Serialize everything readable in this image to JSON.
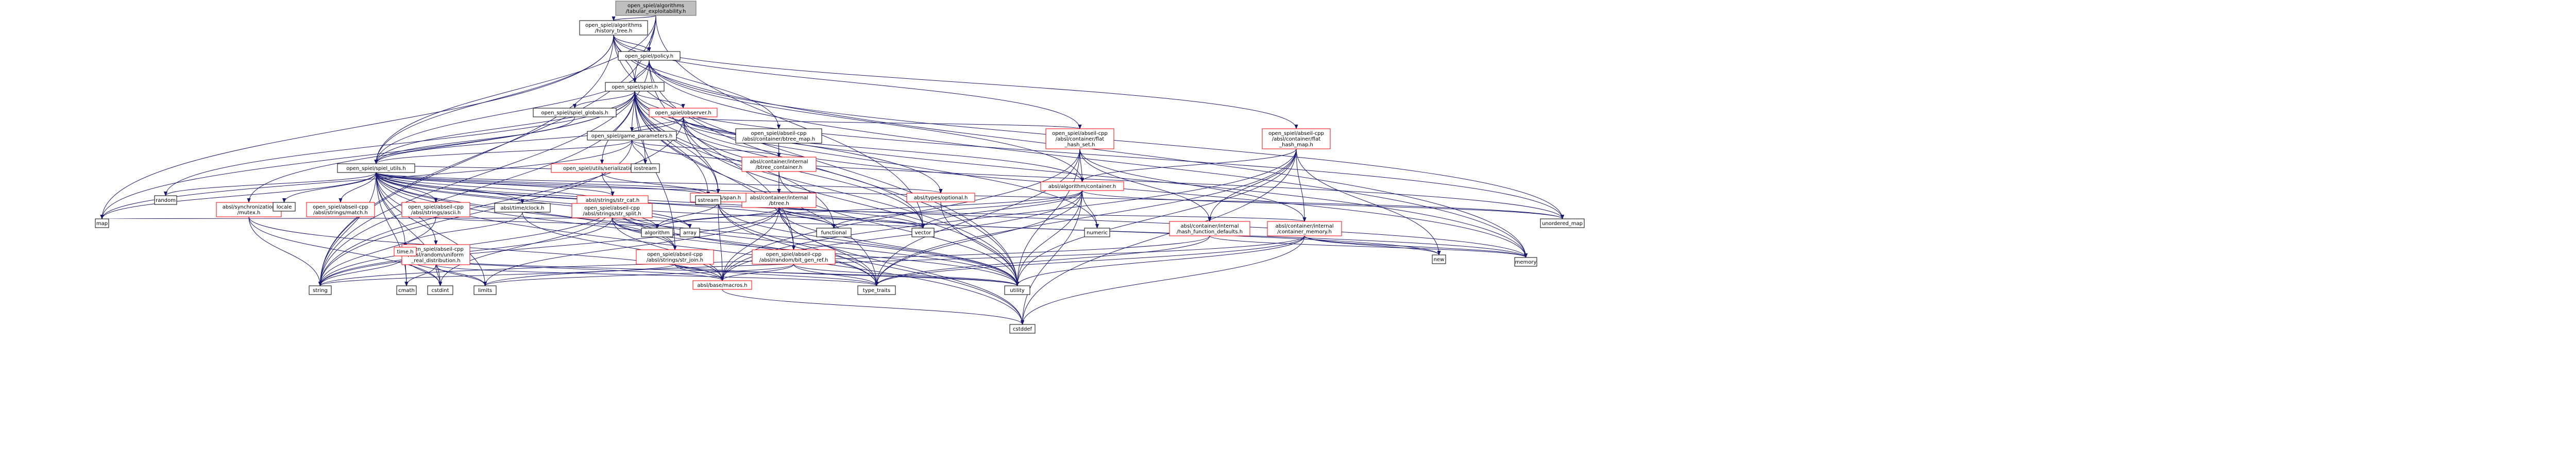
{
  "colors": {
    "edge": "#191970",
    "node_border_default": "#000000",
    "node_border_incomplete": "#ff0000",
    "node_border_root": "#666666",
    "root_fill": "#bfbfbf",
    "node_fill": "#ffffff"
  },
  "nodes": [
    {
      "id": "root",
      "lines": [
        "open_spiel/algorithms",
        "/tabular_exploitability.h"
      ],
      "kind": "root"
    },
    {
      "id": "history_tree",
      "lines": [
        "open_spiel/algorithms",
        "/history_tree.h"
      ],
      "kind": "default"
    },
    {
      "id": "policy",
      "lines": [
        "open_spiel/policy.h"
      ],
      "kind": "default"
    },
    {
      "id": "spiel",
      "lines": [
        "open_spiel/spiel.h"
      ],
      "kind": "default"
    },
    {
      "id": "observer",
      "lines": [
        "open_spiel/observer.h"
      ],
      "kind": "incomplete"
    },
    {
      "id": "spiel_globals",
      "lines": [
        "open_spiel/spiel_globals.h"
      ],
      "kind": "default"
    },
    {
      "id": "game_parameters",
      "lines": [
        "open_spiel/game_parameters.h"
      ],
      "kind": "default"
    },
    {
      "id": "spiel_utils",
      "lines": [
        "open_spiel/spiel_utils.h"
      ],
      "kind": "default"
    },
    {
      "id": "serialization",
      "lines": [
        "open_spiel/utils/serialization.h"
      ],
      "kind": "incomplete"
    },
    {
      "id": "btree_map",
      "lines": [
        "open_spiel/abseil-cpp",
        "/absl/container/btree_map.h"
      ],
      "kind": "default"
    },
    {
      "id": "btree_container",
      "lines": [
        "absl/container/internal",
        "/btree_container.h"
      ],
      "kind": "incomplete"
    },
    {
      "id": "btree",
      "lines": [
        "absl/container/internal",
        "/btree.h"
      ],
      "kind": "incomplete"
    },
    {
      "id": "flat_hash_set",
      "lines": [
        "open_spiel/abseil-cpp",
        "/absl/container/flat",
        "_hash_set.h"
      ],
      "kind": "incomplete"
    },
    {
      "id": "flat_hash_map",
      "lines": [
        "open_spiel/abseil-cpp",
        "/absl/container/flat",
        "_hash_map.h"
      ],
      "kind": "incomplete"
    },
    {
      "id": "algorithm_container",
      "lines": [
        "absl/algorithm/container.h"
      ],
      "kind": "incomplete"
    },
    {
      "id": "hash_function_defaults",
      "lines": [
        "absl/container/internal",
        "/hash_function_defaults.h"
      ],
      "kind": "incomplete"
    },
    {
      "id": "container_memory",
      "lines": [
        "absl/container/internal",
        "/container_memory.h"
      ],
      "kind": "incomplete"
    },
    {
      "id": "span",
      "lines": [
        "absl/types/span.h"
      ],
      "kind": "incomplete"
    },
    {
      "id": "optional",
      "lines": [
        "absl/types/optional.h"
      ],
      "kind": "incomplete"
    },
    {
      "id": "str_cat",
      "lines": [
        "absl/strings/str_cat.h"
      ],
      "kind": "incomplete"
    },
    {
      "id": "mutex",
      "lines": [
        "absl/synchronization",
        "/mutex.h"
      ],
      "kind": "incomplete"
    },
    {
      "id": "str_join",
      "lines": [
        "open_spiel/abseil-cpp",
        "/absl/strings/str_join.h"
      ],
      "kind": "incomplete"
    },
    {
      "id": "bit_gen_ref",
      "lines": [
        "open_spiel/abseil-cpp",
        "/absl/random/bit_gen_ref.h"
      ],
      "kind": "incomplete"
    },
    {
      "id": "uniform_real",
      "lines": [
        "open_spiel/abseil-cpp",
        "/absl/random/uniform",
        "_real_distribution.h"
      ],
      "kind": "incomplete"
    },
    {
      "id": "time",
      "lines": [
        "time.h"
      ],
      "kind": "incomplete"
    },
    {
      "id": "clock",
      "lines": [
        "absl/time/clock.h"
      ],
      "kind": "default"
    },
    {
      "id": "str_split",
      "lines": [
        "open_spiel/abseil-cpp",
        "/absl/strings/str_split.h"
      ],
      "kind": "incomplete"
    },
    {
      "id": "ascii",
      "lines": [
        "open_spiel/abseil-cpp",
        "/absl/strings/ascii.h"
      ],
      "kind": "incomplete"
    },
    {
      "id": "match",
      "lines": [
        "open_spiel/abseil-cpp",
        "/absl/strings/match.h"
      ],
      "kind": "incomplete"
    },
    {
      "id": "macros",
      "lines": [
        "absl/base/macros.h"
      ],
      "kind": "incomplete"
    },
    {
      "id": "map",
      "lines": [
        "map"
      ],
      "kind": "default"
    },
    {
      "id": "string",
      "lines": [
        "string"
      ],
      "kind": "default"
    },
    {
      "id": "memory",
      "lines": [
        "memory"
      ],
      "kind": "default"
    },
    {
      "id": "unordered_map",
      "lines": [
        "unordered_map"
      ],
      "kind": "default"
    },
    {
      "id": "utility",
      "lines": [
        "utility"
      ],
      "kind": "default"
    },
    {
      "id": "vector",
      "lines": [
        "vector"
      ],
      "kind": "default"
    },
    {
      "id": "iostream",
      "lines": [
        "iostream"
      ],
      "kind": "default"
    },
    {
      "id": "random",
      "lines": [
        "random"
      ],
      "kind": "default"
    },
    {
      "id": "sstream",
      "lines": [
        "sstream"
      ],
      "kind": "default"
    },
    {
      "id": "functional",
      "lines": [
        "functional"
      ],
      "kind": "default"
    },
    {
      "id": "numeric",
      "lines": [
        "numeric"
      ],
      "kind": "default"
    },
    {
      "id": "type_traits",
      "lines": [
        "type_traits"
      ],
      "kind": "default"
    },
    {
      "id": "cstddef",
      "lines": [
        "cstddef"
      ],
      "kind": "default"
    },
    {
      "id": "new",
      "lines": [
        "new"
      ],
      "kind": "default"
    },
    {
      "id": "algorithm",
      "lines": [
        "algorithm"
      ],
      "kind": "default"
    },
    {
      "id": "array",
      "lines": [
        "array"
      ],
      "kind": "default"
    },
    {
      "id": "cmath",
      "lines": [
        "cmath"
      ],
      "kind": "default"
    },
    {
      "id": "cstdint",
      "lines": [
        "cstdint"
      ],
      "kind": "default"
    },
    {
      "id": "limits",
      "lines": [
        "limits"
      ],
      "kind": "default"
    },
    {
      "id": "locale",
      "lines": [
        "locale"
      ],
      "kind": "default"
    }
  ],
  "edges": [
    [
      "root",
      "history_tree"
    ],
    [
      "root",
      "policy"
    ],
    [
      "root",
      "spiel"
    ],
    [
      "root",
      "spiel_utils"
    ],
    [
      "root",
      "string"
    ],
    [
      "root",
      "vector"
    ],
    [
      "history_tree",
      "policy"
    ],
    [
      "history_tree",
      "spiel"
    ],
    [
      "history_tree",
      "spiel_utils"
    ],
    [
      "history_tree",
      "btree_map"
    ],
    [
      "history_tree",
      "flat_hash_set"
    ],
    [
      "history_tree",
      "flat_hash_map"
    ],
    [
      "history_tree",
      "map"
    ],
    [
      "history_tree",
      "memory"
    ],
    [
      "history_tree",
      "string"
    ],
    [
      "history_tree",
      "utility"
    ],
    [
      "policy",
      "spiel"
    ],
    [
      "policy",
      "spiel_utils"
    ],
    [
      "policy",
      "algorithm_container"
    ],
    [
      "policy",
      "bit_gen_ref"
    ],
    [
      "policy",
      "unordered_map"
    ],
    [
      "policy",
      "memory"
    ],
    [
      "policy",
      "string"
    ],
    [
      "policy",
      "utility"
    ],
    [
      "spiel",
      "observer"
    ],
    [
      "spiel",
      "spiel_globals"
    ],
    [
      "spiel",
      "game_parameters"
    ],
    [
      "spiel",
      "spiel_utils"
    ],
    [
      "spiel",
      "serialization"
    ],
    [
      "spiel",
      "span"
    ],
    [
      "spiel",
      "optional"
    ],
    [
      "spiel",
      "mutex"
    ],
    [
      "spiel",
      "str_join"
    ],
    [
      "spiel",
      "bit_gen_ref"
    ],
    [
      "spiel",
      "map"
    ],
    [
      "spiel",
      "memory"
    ],
    [
      "spiel",
      "unordered_map"
    ],
    [
      "spiel",
      "string"
    ],
    [
      "spiel",
      "utility"
    ],
    [
      "spiel",
      "vector"
    ],
    [
      "spiel",
      "iostream"
    ],
    [
      "spiel",
      "sstream"
    ],
    [
      "spiel",
      "functional"
    ],
    [
      "spiel",
      "numeric"
    ],
    [
      "spiel",
      "random"
    ],
    [
      "spiel",
      "type_traits"
    ],
    [
      "observer",
      "game_parameters"
    ],
    [
      "observer",
      "spiel_utils"
    ],
    [
      "observer",
      "span"
    ],
    [
      "observer",
      "algorithm_container"
    ],
    [
      "observer",
      "flat_hash_set"
    ],
    [
      "observer",
      "string"
    ],
    [
      "observer",
      "vector"
    ],
    [
      "observer",
      "memory"
    ],
    [
      "observer",
      "utility"
    ],
    [
      "spiel_globals",
      "spiel_utils"
    ],
    [
      "game_parameters",
      "spiel_utils"
    ],
    [
      "game_parameters",
      "map"
    ],
    [
      "game_parameters",
      "string"
    ],
    [
      "game_parameters",
      "iostream"
    ],
    [
      "game_parameters",
      "unordered_map"
    ],
    [
      "game_parameters",
      "btree_container"
    ],
    [
      "serialization",
      "str_cat"
    ],
    [
      "serialization",
      "sstream"
    ],
    [
      "btree_map",
      "btree_container"
    ],
    [
      "btree_map",
      "btree"
    ],
    [
      "btree_container",
      "btree"
    ],
    [
      "btree_container",
      "utility"
    ],
    [
      "btree",
      "algorithm"
    ],
    [
      "btree",
      "functional"
    ],
    [
      "btree",
      "limits"
    ],
    [
      "btree",
      "new"
    ],
    [
      "btree",
      "string"
    ],
    [
      "btree",
      "type_traits"
    ],
    [
      "btree",
      "utility"
    ],
    [
      "btree",
      "container_memory"
    ],
    [
      "btree",
      "macros"
    ],
    [
      "btree",
      "span"
    ],
    [
      "btree",
      "cstddef"
    ],
    [
      "btree",
      "memory"
    ],
    [
      "btree",
      "vector"
    ],
    [
      "flat_hash_set",
      "algorithm_container"
    ],
    [
      "flat_hash_set",
      "hash_function_defaults"
    ],
    [
      "flat_hash_set",
      "container_memory"
    ],
    [
      "flat_hash_set",
      "type_traits"
    ],
    [
      "flat_hash_set",
      "utility"
    ],
    [
      "flat_hash_set",
      "macros"
    ],
    [
      "flat_hash_map",
      "algorithm_container"
    ],
    [
      "flat_hash_map",
      "hash_function_defaults"
    ],
    [
      "flat_hash_map",
      "container_memory"
    ],
    [
      "flat_hash_map",
      "cstddef"
    ],
    [
      "flat_hash_map",
      "new"
    ],
    [
      "flat_hash_map",
      "type_traits"
    ],
    [
      "flat_hash_map",
      "utility"
    ],
    [
      "flat_hash_map",
      "macros"
    ],
    [
      "algorithm_container",
      "algorithm"
    ],
    [
      "algorithm_container",
      "functional"
    ],
    [
      "algorithm_container",
      "numeric"
    ],
    [
      "algorithm_container",
      "type_traits"
    ],
    [
      "algorithm_container",
      "unordered_map"
    ],
    [
      "algorithm_container",
      "utility"
    ],
    [
      "algorithm_container",
      "vector"
    ],
    [
      "algorithm_container",
      "macros"
    ],
    [
      "algorithm_container",
      "cstddef"
    ],
    [
      "hash_function_defaults",
      "string"
    ],
    [
      "hash_function_defaults",
      "type_traits"
    ],
    [
      "hash_function_defaults",
      "memory"
    ],
    [
      "container_memory",
      "cstddef"
    ],
    [
      "container_memory",
      "memory"
    ],
    [
      "container_memory",
      "new"
    ],
    [
      "container_memory",
      "type_traits"
    ],
    [
      "container_memory",
      "utility"
    ],
    [
      "container_memory",
      "limits"
    ],
    [
      "span",
      "algorithm"
    ],
    [
      "span",
      "cstddef"
    ],
    [
      "span",
      "type_traits"
    ],
    [
      "span",
      "utility"
    ],
    [
      "span",
      "macros"
    ],
    [
      "optional",
      "utility"
    ],
    [
      "str_cat",
      "array"
    ],
    [
      "str_cat",
      "cstdint"
    ],
    [
      "str_cat",
      "string"
    ],
    [
      "str_cat",
      "type_traits"
    ],
    [
      "str_cat",
      "vector"
    ],
    [
      "str_cat",
      "utility"
    ],
    [
      "str_cat",
      "str_join"
    ],
    [
      "mutex",
      "string"
    ],
    [
      "mutex",
      "cstdint"
    ],
    [
      "mutex",
      "macros"
    ],
    [
      "str_join",
      "string"
    ],
    [
      "str_join",
      "utility"
    ],
    [
      "str_join",
      "type_traits"
    ],
    [
      "str_join",
      "macros"
    ],
    [
      "bit_gen_ref",
      "type_traits"
    ],
    [
      "bit_gen_ref",
      "utility"
    ],
    [
      "bit_gen_ref",
      "macros"
    ],
    [
      "bit_gen_ref",
      "limits"
    ],
    [
      "uniform_real",
      "cmath"
    ],
    [
      "uniform_real",
      "cstdint"
    ],
    [
      "uniform_real",
      "limits"
    ],
    [
      "uniform_real",
      "type_traits"
    ],
    [
      "time",
      "cmath"
    ],
    [
      "time",
      "cstdint"
    ],
    [
      "time",
      "limits"
    ],
    [
      "time",
      "string"
    ],
    [
      "time",
      "utility"
    ],
    [
      "time",
      "macros"
    ],
    [
      "clock",
      "time"
    ],
    [
      "clock",
      "macros"
    ],
    [
      "str_split",
      "algorithm"
    ],
    [
      "str_split",
      "map"
    ],
    [
      "str_split",
      "string"
    ],
    [
      "str_split",
      "utility"
    ],
    [
      "str_split",
      "vector"
    ],
    [
      "str_split",
      "macros"
    ],
    [
      "str_split",
      "str_join"
    ],
    [
      "ascii",
      "algorithm"
    ],
    [
      "ascii",
      "string"
    ],
    [
      "spiel_utils",
      "random"
    ],
    [
      "spiel_utils",
      "locale"
    ],
    [
      "spiel_utils",
      "match"
    ],
    [
      "spiel_utils",
      "ascii"
    ],
    [
      "spiel_utils",
      "str_split"
    ],
    [
      "spiel_utils",
      "clock"
    ],
    [
      "spiel_utils",
      "time"
    ],
    [
      "spiel_utils",
      "str_cat"
    ],
    [
      "spiel_utils",
      "span"
    ],
    [
      "spiel_utils",
      "optional"
    ],
    [
      "spiel_utils",
      "str_join"
    ],
    [
      "spiel_utils",
      "uniform_real"
    ],
    [
      "spiel_utils",
      "algorithm"
    ],
    [
      "spiel_utils",
      "array"
    ],
    [
      "spiel_utils",
      "cstdint"
    ],
    [
      "spiel_utils",
      "cmath"
    ],
    [
      "spiel_utils",
      "string"
    ],
    [
      "spiel_utils",
      "sstream"
    ],
    [
      "spiel_utils",
      "vector"
    ],
    [
      "spiel_utils",
      "utility"
    ],
    [
      "spiel_utils",
      "type_traits"
    ],
    [
      "spiel_utils",
      "memory"
    ],
    [
      "spiel_utils",
      "functional"
    ],
    [
      "spiel_utils",
      "cstddef"
    ],
    [
      "spiel_utils",
      "iostream"
    ],
    [
      "spiel_utils",
      "limits"
    ],
    [
      "spiel_utils",
      "map"
    ],
    [
      "spiel_utils",
      "unordered_map"
    ],
    [
      "macros",
      "cstddef"
    ]
  ]
}
